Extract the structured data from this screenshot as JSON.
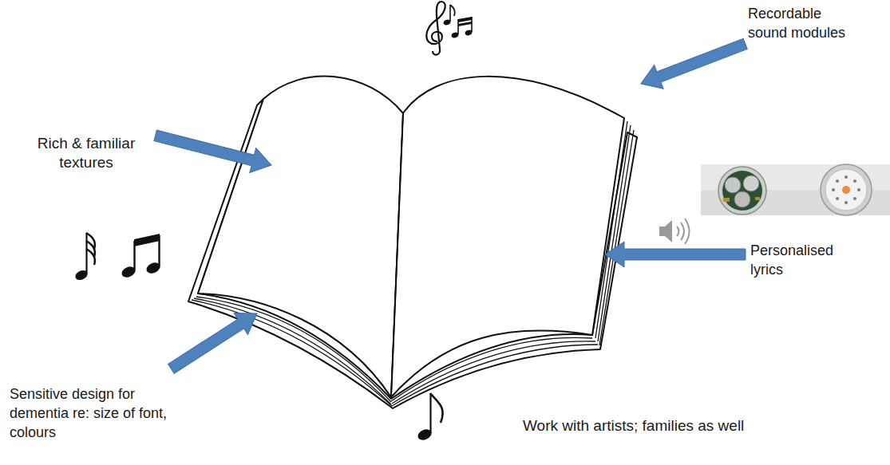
{
  "diagram": {
    "labels": [
      "Recordable sound modules",
      "Rich & familiar textures",
      "Personalised lyrics",
      "Sensitive design for dementia re: size of font, colours",
      "Work with artists; families as well"
    ]
  }
}
